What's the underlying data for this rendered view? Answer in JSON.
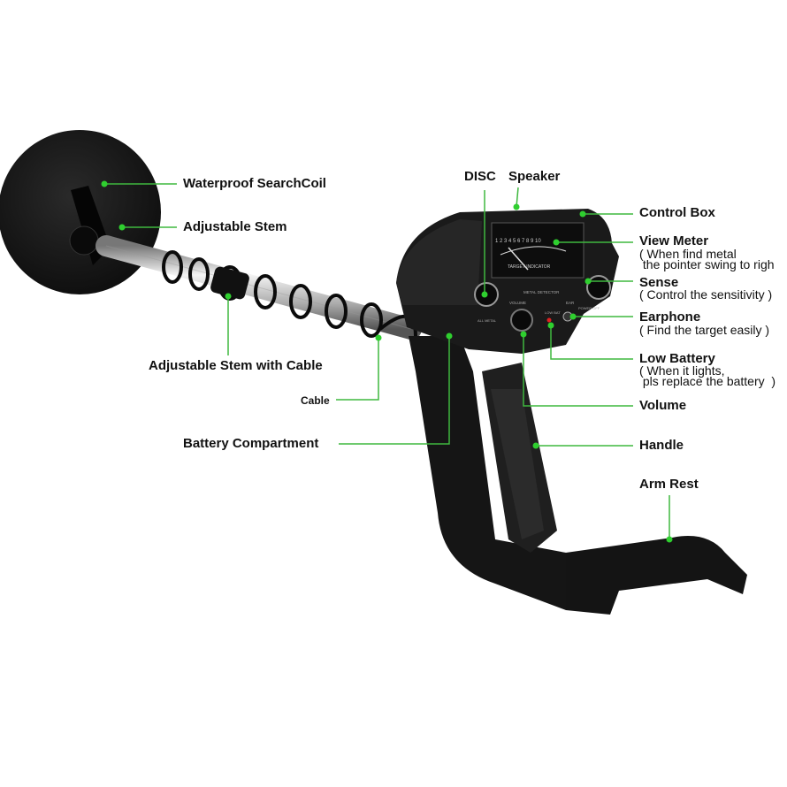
{
  "labels": {
    "searchcoil": "Waterproof SearchCoil",
    "adjustable_stem": "Adjustable Stem",
    "stem_with_cable": "Adjustable Stem with Cable",
    "cable": "Cable",
    "battery": "Battery Compartment",
    "disc": "DISC",
    "speaker": "Speaker",
    "control_box": "Control Box",
    "view_meter": "View Meter",
    "view_meter_sub1": "( When find metal",
    "view_meter_sub2": " the pointer swing to righ",
    "sense": "Sense",
    "sense_sub": "( Control the sensitivity )",
    "earphone": "Earphone",
    "earphone_sub": "( Find the target easily )",
    "low_battery": "Low Battery",
    "low_battery_sub1": "( When it lights,",
    "low_battery_sub2": " pls replace the battery  )",
    "volume": "Volume",
    "handle": "Handle",
    "arm_rest": "Arm Rest"
  },
  "device_text": {
    "meter_scale": "1 2 3 4 5 6 7 8 9 10",
    "meter_caption": "TARGET INDICATOR",
    "panel_title": "METAL DETECTOR",
    "volume_knob": "VOLUME",
    "low_bat": "LOW BAT",
    "ear": "EAR",
    "all_metal": "ALL METAL",
    "power_off": "POWER OFF"
  },
  "colors": {
    "accent": "#2fcf2f",
    "line": "#3fb83f",
    "device": "#161616"
  }
}
